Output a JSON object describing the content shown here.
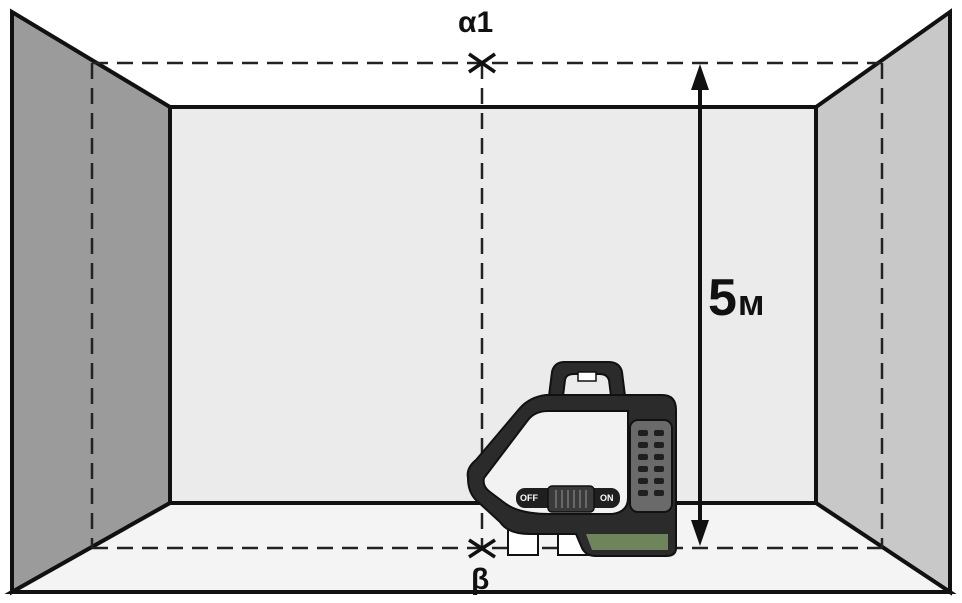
{
  "labels": {
    "alpha_point": "α1",
    "beta_point": "β",
    "distance_value": "5",
    "distance_unit": "м"
  },
  "device": {
    "switch_off": "OFF",
    "switch_on": "ON"
  },
  "colors": {
    "side_wall": "#9b9b9b",
    "right_wall": "#c8c8c8",
    "back_wall": "#ebebeb",
    "floor": "#f3f3f3",
    "outline": "#111111",
    "device_body": "#2b2b2b",
    "device_accent": "#9bbf7a"
  }
}
